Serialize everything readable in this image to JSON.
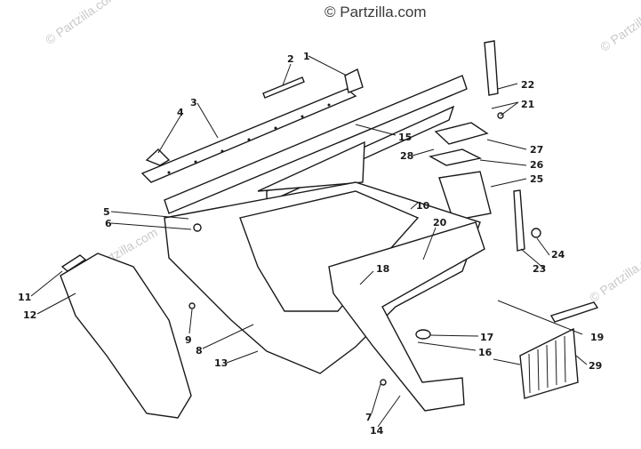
{
  "watermark": {
    "main": "© Partzilla.com",
    "faint": "© Partzilla.com"
  },
  "callouts": [
    "1",
    "2",
    "3",
    "4",
    "5",
    "6",
    "7",
    "8",
    "9",
    "10",
    "11",
    "12",
    "13",
    "14",
    "15",
    "16",
    "17",
    "18",
    "19",
    "20",
    "21",
    "22",
    "23",
    "24",
    "25",
    "26",
    "27",
    "28",
    "29"
  ]
}
